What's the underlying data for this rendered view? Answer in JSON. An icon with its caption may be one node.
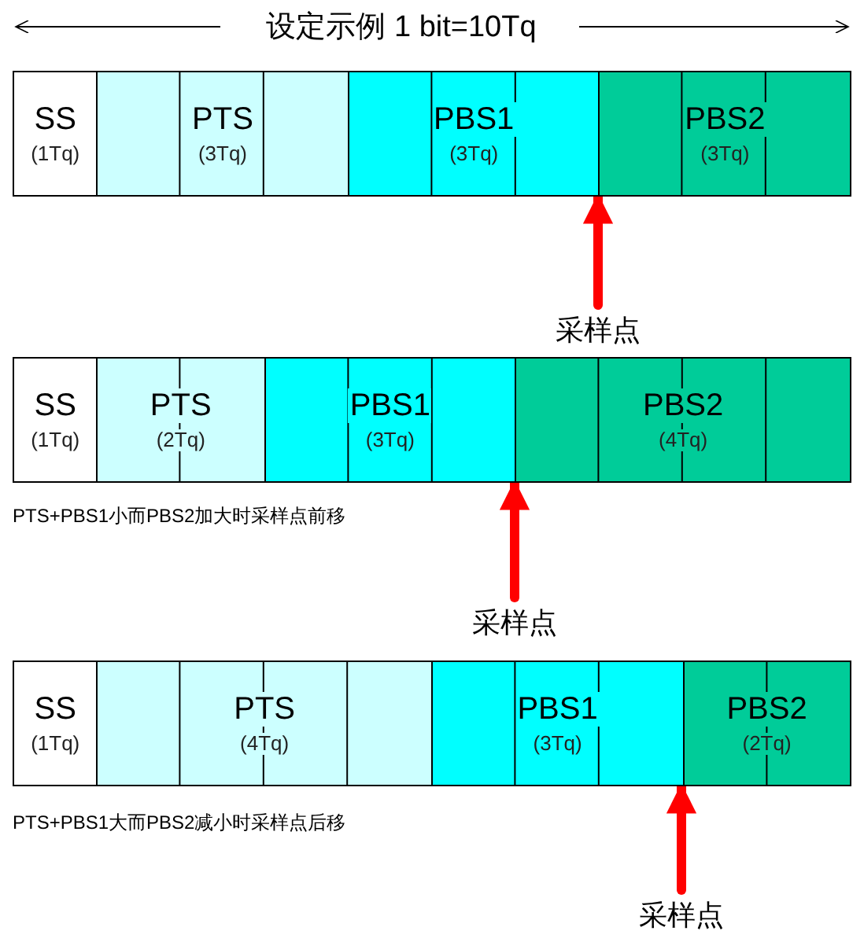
{
  "diagram": {
    "title": "设定示例 1 bit=10Tq",
    "nodes": [
      {
        "text": [
          "SS",
          "(1Tq)"
        ]
      },
      {
        "text": [
          "PTS",
          "(3Tq)"
        ]
      },
      {
        "text": [
          "PBS1",
          "(3Tq)"
        ]
      },
      {
        "text": [
          "PBS2",
          "(3Tq)"
        ]
      },
      {
        "text": [
          "采样点"
        ]
      },
      {
        "text": [
          "SS",
          "(1Tq)"
        ]
      },
      {
        "text": [
          "PTS",
          "(2Tq)"
        ]
      },
      {
        "text": [
          "PBS1",
          "(3Tq)"
        ]
      },
      {
        "text": [
          "PBS2",
          "(4Tq)"
        ]
      },
      {
        "text": [
          "采样点"
        ]
      },
      {
        "text": [
          "SS",
          "(1Tq)"
        ]
      },
      {
        "text": [
          "PTS",
          "(4Tq)"
        ]
      },
      {
        "text": [
          "PBS1",
          "(3Tq)"
        ]
      },
      {
        "text": [
          "PBS2",
          "(2Tq)"
        ]
      },
      {
        "text": [
          "采样点"
        ]
      }
    ],
    "edges": [
      {
        "from": 4,
        "to": 2,
        "arrow": "to"
      },
      {
        "from": 9,
        "to": 7,
        "arrow": "to"
      },
      {
        "from": 14,
        "to": 13,
        "arrow": "to"
      }
    ],
    "labels": [
      "PTS+PBS1小而PBS2加大时采样点前移",
      "PTS+PBS1大而PBS2减小时采样点后移"
    ]
  }
}
